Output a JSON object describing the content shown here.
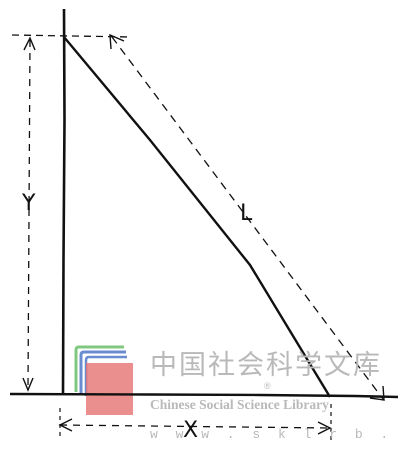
{
  "diagram": {
    "labels": {
      "vertical_side": "Y",
      "horizontal_side": "X",
      "hypotenuse": "L"
    }
  },
  "watermark": {
    "title_cn": "中国社会科学文库",
    "title_en": "Chinese Social Science Library",
    "registered_mark": "®",
    "url": "w w w . s k l r b . c n",
    "colors": {
      "text": "#b9b9b9",
      "logo_red": "#e05a5a",
      "logo_blue": "#4f79c8",
      "logo_green": "#6bbf6b"
    }
  }
}
